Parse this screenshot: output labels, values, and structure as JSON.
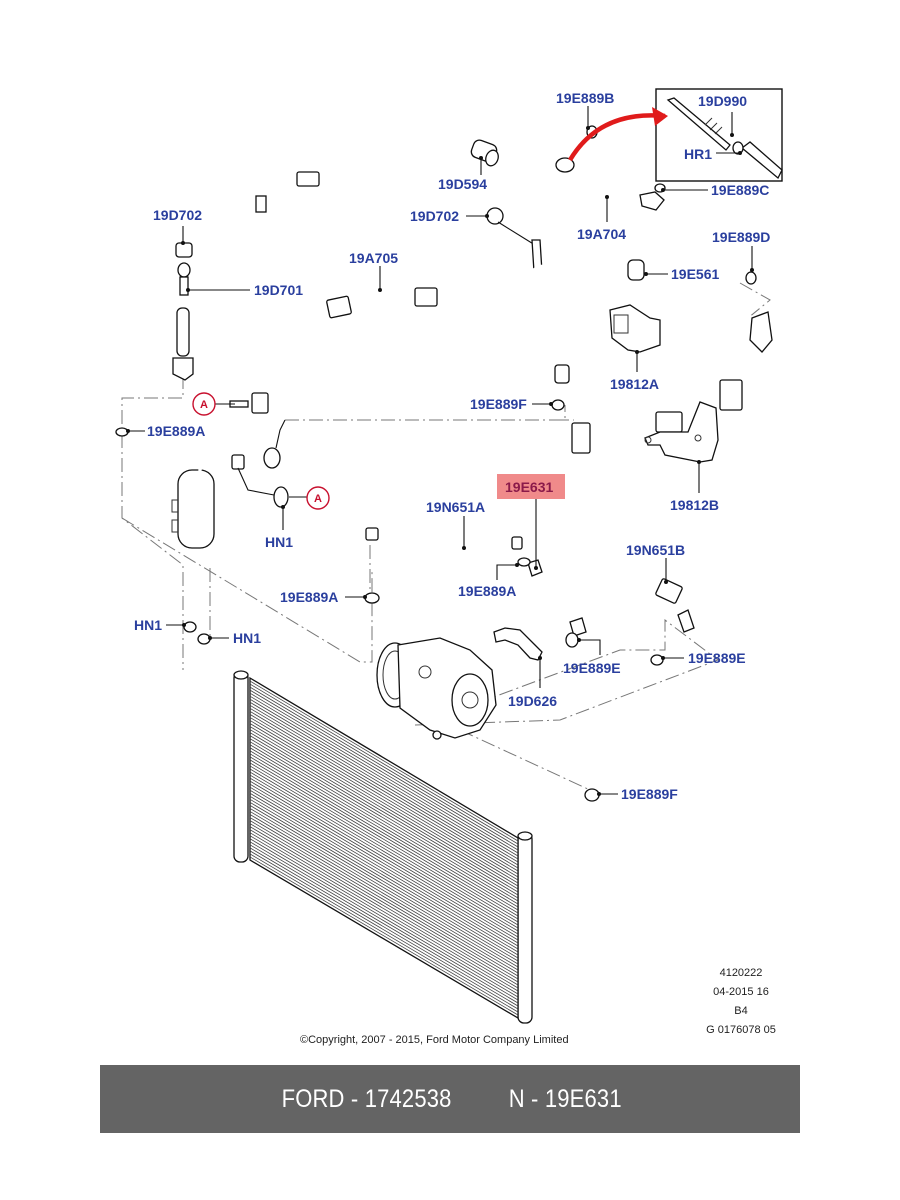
{
  "diagram": {
    "title": "Ford A/C refrigerant lines exploded view",
    "labels": {
      "l_19E889B": "19E889B",
      "l_19D990": "19D990",
      "l_HR1": "HR1",
      "l_19E889C": "19E889C",
      "l_19D594": "19D594",
      "l_19A704": "19A704",
      "l_19D702_left": "19D702",
      "l_19D702_mid": "19D702",
      "l_19D701": "19D701",
      "l_19A705": "19A705",
      "l_19E889D": "19E889D",
      "l_19E561": "19E561",
      "l_19812A": "19812A",
      "l_19812B": "19812B",
      "l_19E889F_top": "19E889F",
      "l_19E889A_left": "19E889A",
      "l_HN1_dryer": "HN1",
      "l_19N651A": "19N651A",
      "l_19E631": "19E631",
      "l_19E889A_mid": "19E889A",
      "l_19E889A_low": "19E889A",
      "l_19N651B": "19N651B",
      "l_HN1_left": "HN1",
      "l_HN1_right": "HN1",
      "l_19E889E_mid": "19E889E",
      "l_19E889E_right": "19E889E",
      "l_19D626": "19D626",
      "l_19E889F_bottom": "19E889F"
    },
    "callouts": {
      "a1": "A",
      "a2": "A"
    },
    "highlighted_part": "19E631",
    "colors": {
      "label": "#2a3f9e",
      "highlight_box": "#f08a8a",
      "highlight_text": "#8b1a4a",
      "callout_circle": "#c8102e",
      "arrow": "#e01b1b",
      "banner_bg": "#646464"
    },
    "meta": {
      "line1": "4120222",
      "line2": "04-2015 16",
      "line3": "B4",
      "line4": "G 0176078 05"
    },
    "copyright": "©Copyright, 2007 - 2015, Ford Motor Company Limited"
  },
  "banner": {
    "brand_part": "FORD - 1742538",
    "ref_part": "N - 19E631"
  }
}
